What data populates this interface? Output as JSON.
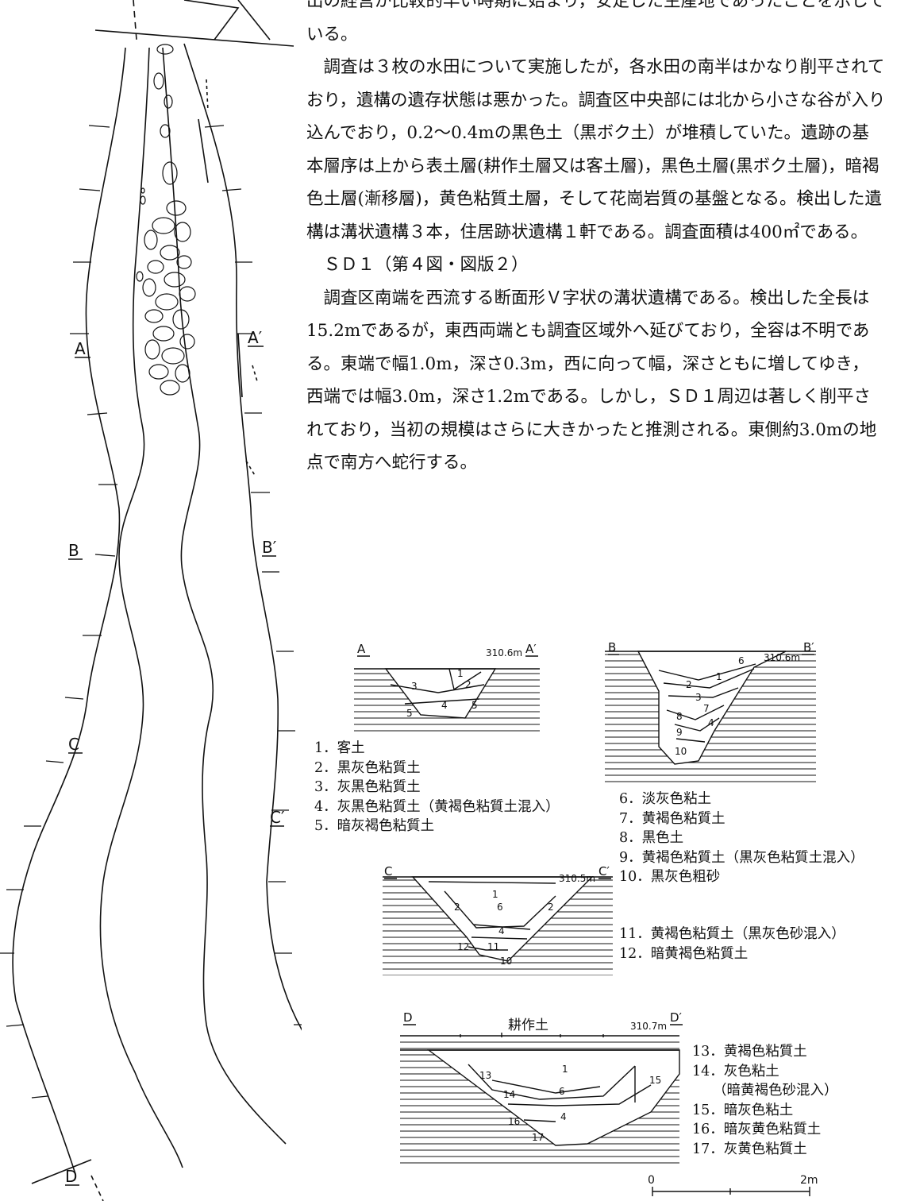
{
  "paragraphs": [
    "出の経営が比較的早い時期に始まり，安定した生産地であったことを示している。",
    "調査は３枚の水田について実施したが，各水田の南半はかなり削平されており，遺構の遺存状態は悪かった。調査区中央部には北から小さな谷が入り込んでおり，0.2～0.4mの黒色土（黒ボク土）が堆積していた。遺跡の基本層序は上から表土層(耕作土層又は客土層)，黒色土層(黒ボク土層)，暗褐色土層(漸移層)，黄色粘質土層，そして花崗岩質の基盤となる。検出した遺構は溝状遺構３本，住居跡状遺構１軒である。調査面積は400㎡である。",
    "ＳＤ１（第４図・図版２）",
    "調査区南端を西流する断面形Ｖ字状の溝状遺構である。検出した全長は15.2mであるが，東西両端とも調査区域外へ延びており，全容は不明である。東端で幅1.0m，深さ0.3m，西に向って幅，深さともに増してゆき，西端では幅3.0m，深さ1.2mである。しかし，ＳＤ１周辺は著しく削平されており，当初の規模はさらに大きかったと推測される。東側約3.0mの地点で南方へ蛇行する。"
  ],
  "plan_labels": {
    "a": "A",
    "a2": "A′",
    "b": "B",
    "b2": "B′",
    "c": "C",
    "c2": "C′",
    "d": "D",
    "d2": "D′"
  },
  "sections": {
    "a": {
      "left": "A",
      "right": "A′",
      "elev": "310.6m",
      "layers": [
        "1",
        "2",
        "3",
        "4",
        "5",
        "5"
      ]
    },
    "b": {
      "left": "B",
      "right": "B′",
      "elev": "310.6m",
      "layers": [
        "1",
        "2",
        "3",
        "4",
        "6",
        "7",
        "8",
        "9",
        "10"
      ]
    },
    "c": {
      "left": "C",
      "right": "C′",
      "elev": "310.5m",
      "layers": [
        "1",
        "2",
        "2",
        "4",
        "6",
        "11",
        "12",
        "10"
      ]
    },
    "d": {
      "left": "D",
      "right": "D′",
      "elev": "310.7m",
      "topsoil": "耕作土",
      "layers": [
        "1",
        "4",
        "6",
        "13",
        "14",
        "15",
        "16",
        "17"
      ]
    }
  },
  "legend_ab": [
    "1．客土",
    "2．黒灰色粘質土",
    "3．灰黒色粘質土",
    "4．灰黒色粘質土（黄褐色粘質土混入）",
    "5．暗灰褐色粘質土"
  ],
  "legend_bc": [
    "6．淡灰色粘土",
    "7．黄褐色粘質土",
    "8．黒色土",
    "9．黄褐色粘質土（黒灰色粘質土混入）",
    "10．黒灰色粗砂"
  ],
  "legend_c": [
    "11．黄褐色粘質土（黒灰色砂混入）",
    "12．暗黄褐色粘質土"
  ],
  "legend_d": [
    "13．黄褐色粘質土",
    "14．灰色粘土",
    "（暗黄褐色砂混入）",
    "15．暗灰色粘土",
    "16．暗灰黄色粘質土",
    "17．灰黄色粘質土"
  ],
  "scale": {
    "zero": "0",
    "max": "2m"
  }
}
